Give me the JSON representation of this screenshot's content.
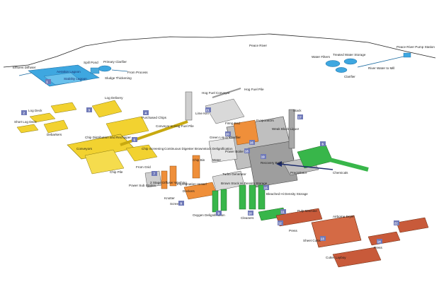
{
  "labels": {
    "peace_river": "Peace River",
    "peace_river_pump_station": "Peace River Pump Station",
    "effluent_diffuser": "Effluent Diffuser",
    "spill_pond": "Spill Pond",
    "primary_clarifier_left": "Primary Clarifier",
    "aeration_lagoon": "Aeration Lagoon",
    "stabilization_lagoon": "Stability Lagoon",
    "from_process": "From Process",
    "sludge_thickening": "Sludge Thickening",
    "water_filters": "Water Filters",
    "treated_water_storage": "Treated Water Storage",
    "clarifier_right": "Clarifier",
    "river_water_to_mill": "River Water to Mill",
    "log_deck": "Log Deck",
    "log_delivery": "Log Delivery",
    "purchased_chips": "Purchased Chips",
    "short_log_deck": "Short Log Deck",
    "debarkers": "Debarkers",
    "chip_distribution": "Chip Distribution and Rechipper",
    "conveyors": "Conveyors",
    "conveyor_hog_fuel": "Conveyor to Hog Fuel Pile",
    "hog_fuel_conveyor": "Hog Fuel Conveyor",
    "hog_fuel_pile": "Hog Fuel Pile",
    "lime_kiln": "Lime Kiln",
    "chip_screening": "Chip Screening",
    "chip_pile": "Chip Pile",
    "from_grid": "From Grid",
    "power_sub_station": "Power Sub Station",
    "stage2_diffuser_washing": "2 Stage Diffuser Washing",
    "continuous_digester": "Continuous Digester Brownstock Delignification",
    "chip_bin": "Chip Bin",
    "green_liquor_clarifier": "Green Liquor Clarifier",
    "firing_end": "Firing End",
    "evaporators": "Evaporators",
    "weak_black_liquor": "Weak Black Liquor",
    "stack": "Stack",
    "power_boiler": "Power Boiler",
    "recovery_boiler": "Recovery Boiler",
    "precipitator": "Precipitator",
    "chemicals": "Chemicals",
    "turbo_generator": "Turbo Generator",
    "brown_stock_hd_storage": "Brown Stock Hi Density Storage",
    "impregnation_vessel": "Impregnation Vessel",
    "deckers": "Deckers",
    "knotter": "Knotter",
    "screens": "Screens",
    "oxygen_delignification": "Oxygen Delignification",
    "bleached_hd_storage": "Bleached Hi Density Storage",
    "cleaners": "Cleaners",
    "pulp_machine": "Pulp Machine",
    "press": "Press",
    "airborne_dryer": "Airborne Dryer",
    "sheet_cutter": "Sheet Cutter",
    "cutter_layboy": "Cutter Layboy",
    "press_right": "Press",
    "water": "Water"
  },
  "badges": [
    "1",
    "2",
    "3",
    "4",
    "5",
    "6",
    "7",
    "8",
    "9",
    "10",
    "11",
    "12",
    "13",
    "14",
    "15",
    "16",
    "17",
    "18",
    "19",
    "20",
    "21",
    "22"
  ],
  "colors": {
    "yellow": "#f2d230",
    "orange": "#ef8f3a",
    "green": "#38b64a",
    "blue": "#3ea7e0",
    "gray": "#cfcfcf",
    "brown": "#c85a3a",
    "badge": "#6f79b8"
  }
}
